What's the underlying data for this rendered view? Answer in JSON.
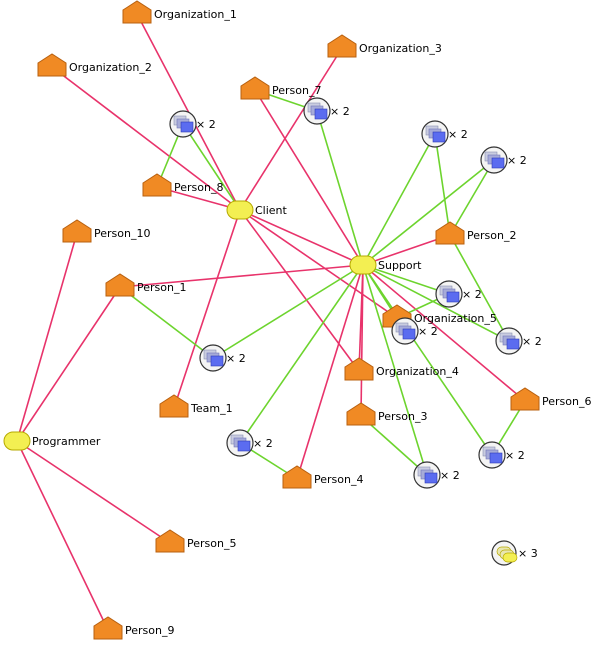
{
  "colors": {
    "role_edge": "#e8336b",
    "group_edge": "#6dd42e",
    "actor_fill": "#f08a24",
    "actor_stroke": "#b8600f",
    "role_fill": "#f3ef52",
    "role_stroke": "#b6a900",
    "group_fill": "#5b6cf0",
    "ring_stroke": "#333333",
    "ghost_fill": "#c9cce0"
  },
  "nodes": [
    {
      "id": "org1",
      "kind": "actor",
      "label": "Organization_1"
    },
    {
      "id": "org2",
      "kind": "actor",
      "label": "Organization_2"
    },
    {
      "id": "org3",
      "kind": "actor",
      "label": "Organization_3"
    },
    {
      "id": "org4",
      "kind": "actor",
      "label": "Organization_4"
    },
    {
      "id": "org5",
      "kind": "actor",
      "label": "Organization_5"
    },
    {
      "id": "p1",
      "kind": "actor",
      "label": "Person_1"
    },
    {
      "id": "p2",
      "kind": "actor",
      "label": "Person_2"
    },
    {
      "id": "p3",
      "kind": "actor",
      "label": "Person_3"
    },
    {
      "id": "p4",
      "kind": "actor",
      "label": "Person_4"
    },
    {
      "id": "p5",
      "kind": "actor",
      "label": "Person_5"
    },
    {
      "id": "p6",
      "kind": "actor",
      "label": "Person_6"
    },
    {
      "id": "p7",
      "kind": "actor",
      "label": "Person_7"
    },
    {
      "id": "p8",
      "kind": "actor",
      "label": "Person_8"
    },
    {
      "id": "p9",
      "kind": "actor",
      "label": "Person_9"
    },
    {
      "id": "p10",
      "kind": "actor",
      "label": "Person_10"
    },
    {
      "id": "team1",
      "kind": "actor",
      "label": "Team_1"
    },
    {
      "id": "client",
      "kind": "role",
      "label": "Client"
    },
    {
      "id": "support",
      "kind": "role",
      "label": "Support"
    },
    {
      "id": "programmer",
      "kind": "role",
      "label": "Programmer"
    },
    {
      "id": "g1",
      "kind": "group",
      "label": "× 2"
    },
    {
      "id": "g2",
      "kind": "group",
      "label": "× 2"
    },
    {
      "id": "g3",
      "kind": "group",
      "label": "× 2"
    },
    {
      "id": "g4",
      "kind": "group",
      "label": "× 2"
    },
    {
      "id": "g5",
      "kind": "group",
      "label": "× 2"
    },
    {
      "id": "g6",
      "kind": "group",
      "label": "× 2"
    },
    {
      "id": "g7",
      "kind": "group",
      "label": "× 2"
    },
    {
      "id": "g8",
      "kind": "group",
      "label": "× 2"
    },
    {
      "id": "g9",
      "kind": "group",
      "label": "× 2"
    },
    {
      "id": "g10",
      "kind": "group",
      "label": "× 2"
    },
    {
      "id": "g11",
      "kind": "group",
      "label": "× 2"
    },
    {
      "id": "g12",
      "kind": "rolegroup",
      "label": "× 3"
    }
  ],
  "edges": [
    {
      "from": "org1",
      "to": "client",
      "type": "role"
    },
    {
      "from": "org2",
      "to": "client",
      "type": "role"
    },
    {
      "from": "org3",
      "to": "client",
      "type": "role"
    },
    {
      "from": "p8",
      "to": "client",
      "type": "role"
    },
    {
      "from": "team1",
      "to": "client",
      "type": "role"
    },
    {
      "from": "client",
      "to": "org4",
      "type": "role"
    },
    {
      "from": "client",
      "to": "org5",
      "type": "role"
    },
    {
      "from": "client",
      "to": "support",
      "type": "role"
    },
    {
      "from": "p7",
      "to": "support",
      "type": "role"
    },
    {
      "from": "p2",
      "to": "support",
      "type": "role"
    },
    {
      "from": "p1",
      "to": "support",
      "type": "role"
    },
    {
      "from": "p3",
      "to": "support",
      "type": "role"
    },
    {
      "from": "p4",
      "to": "support",
      "type": "role"
    },
    {
      "from": "p6",
      "to": "support",
      "type": "role"
    },
    {
      "from": "org4",
      "to": "support",
      "type": "role"
    },
    {
      "from": "p10",
      "to": "programmer",
      "type": "role"
    },
    {
      "from": "p1",
      "to": "programmer",
      "type": "role"
    },
    {
      "from": "p5",
      "to": "programmer",
      "type": "role"
    },
    {
      "from": "p9",
      "to": "programmer",
      "type": "role"
    },
    {
      "from": "g1",
      "to": "p8",
      "type": "group"
    },
    {
      "from": "g1",
      "to": "client",
      "type": "group"
    },
    {
      "from": "g2",
      "to": "p7",
      "type": "group"
    },
    {
      "from": "g2",
      "to": "support",
      "type": "group"
    },
    {
      "from": "g3",
      "to": "support",
      "type": "group"
    },
    {
      "from": "g3",
      "to": "p2",
      "type": "group"
    },
    {
      "from": "g4",
      "to": "support",
      "type": "group"
    },
    {
      "from": "g4",
      "to": "p2",
      "type": "group"
    },
    {
      "from": "g5",
      "to": "support",
      "type": "group"
    },
    {
      "from": "g5",
      "to": "org5",
      "type": "group"
    },
    {
      "from": "g6",
      "to": "p2",
      "type": "group"
    },
    {
      "from": "g6",
      "to": "support",
      "type": "group"
    },
    {
      "from": "g7",
      "to": "p1",
      "type": "group"
    },
    {
      "from": "g7",
      "to": "support",
      "type": "group"
    },
    {
      "from": "g8",
      "to": "p4",
      "type": "group"
    },
    {
      "from": "g8",
      "to": "support",
      "type": "group"
    },
    {
      "from": "g9",
      "to": "p3",
      "type": "group"
    },
    {
      "from": "g9",
      "to": "support",
      "type": "group"
    },
    {
      "from": "g10",
      "to": "p6",
      "type": "group"
    },
    {
      "from": "g10",
      "to": "support",
      "type": "group"
    },
    {
      "from": "g11",
      "to": "org5",
      "type": "group"
    },
    {
      "from": "g11",
      "to": "support",
      "type": "group"
    }
  ]
}
